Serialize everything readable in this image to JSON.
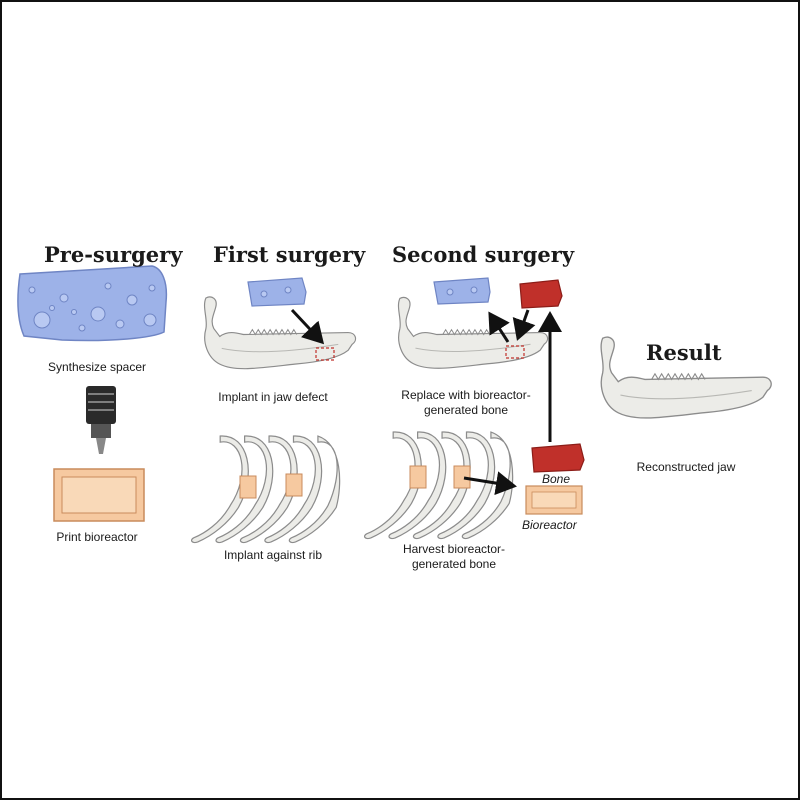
{
  "stages": {
    "pre_surgery": "Pre-surgery",
    "first_surgery": "First surgery",
    "second_surgery": "Second surgery",
    "result": "Result"
  },
  "captions": {
    "synthesize_spacer": "Synthesize spacer",
    "print_bioreactor": "Print bioreactor",
    "implant_jaw_defect": "Implant in jaw defect",
    "implant_against_rib": "Implant against rib",
    "replace_line1": "Replace with bioreactor-",
    "replace_line2": "generated bone",
    "harvest_line1": "Harvest bioreactor-",
    "harvest_line2": "generated bone",
    "reconstructed_jaw": "Reconstructed jaw"
  },
  "labels": {
    "bone": "Bone",
    "bioreactor": "Bioreactor"
  },
  "colors": {
    "spacer_blue": "#9db2e8",
    "bone_gray": "#ecece8",
    "bioreactor_tan": "#f6c9a0",
    "generated_bone_red": "#c0302a",
    "arrow": "#111111"
  }
}
